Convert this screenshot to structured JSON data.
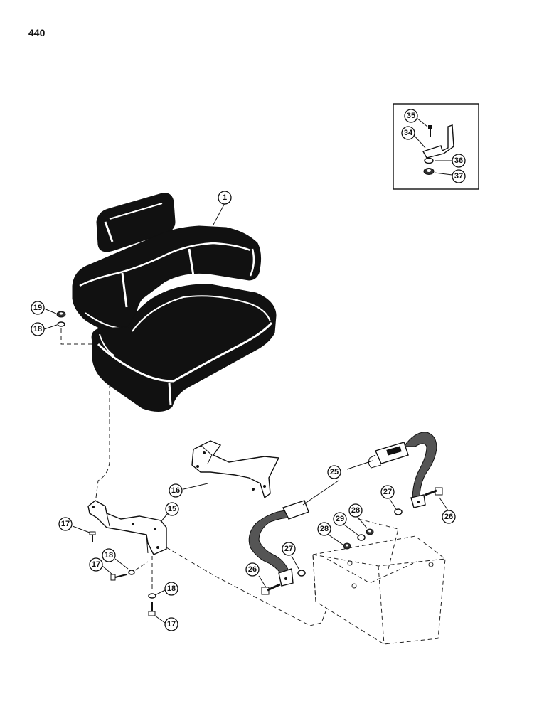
{
  "page_number": "440",
  "callouts": {
    "c1": "1",
    "c15": "15",
    "c16": "16",
    "c17a": "17",
    "c17b": "17",
    "c17c": "17",
    "c18a": "18",
    "c18b": "18",
    "c18c": "18",
    "c19": "19",
    "c25": "25",
    "c26a": "26",
    "c26b": "26",
    "c27a": "27",
    "c27b": "27",
    "c28a": "28",
    "c28b": "28",
    "c29": "29",
    "c34": "34",
    "c35": "35",
    "c36": "36",
    "c37": "37"
  }
}
